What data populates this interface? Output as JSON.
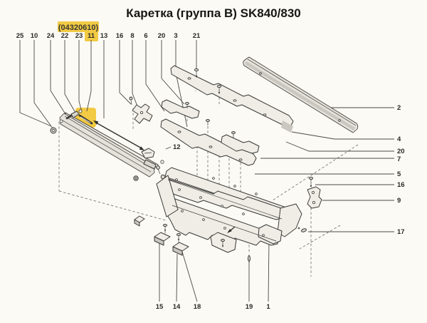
{
  "title": "Каретка (группа В) SK840/830",
  "part_code": "(04320610)",
  "highlighted_part": "11",
  "colors": {
    "highlight": "#f2ca44",
    "paper": "#fbfaf5",
    "ink": "#3a3936"
  },
  "callouts": {
    "top": [
      {
        "n": "25"
      },
      {
        "n": "10"
      },
      {
        "n": "24"
      },
      {
        "n": "22"
      },
      {
        "n": "23"
      },
      {
        "n": "11"
      },
      {
        "n": "13"
      },
      {
        "n": "16"
      },
      {
        "n": "8"
      },
      {
        "n": "6"
      },
      {
        "n": "20"
      },
      {
        "n": "3"
      },
      {
        "n": "21"
      }
    ],
    "right": [
      {
        "n": "2"
      },
      {
        "n": "4"
      },
      {
        "n": "20"
      },
      {
        "n": "7"
      },
      {
        "n": "5"
      },
      {
        "n": "16"
      },
      {
        "n": "9"
      },
      {
        "n": "17"
      }
    ],
    "bottom": [
      {
        "n": "15"
      },
      {
        "n": "14"
      },
      {
        "n": "18"
      },
      {
        "n": "19"
      },
      {
        "n": "1"
      }
    ],
    "inline": [
      {
        "n": "12"
      }
    ]
  }
}
